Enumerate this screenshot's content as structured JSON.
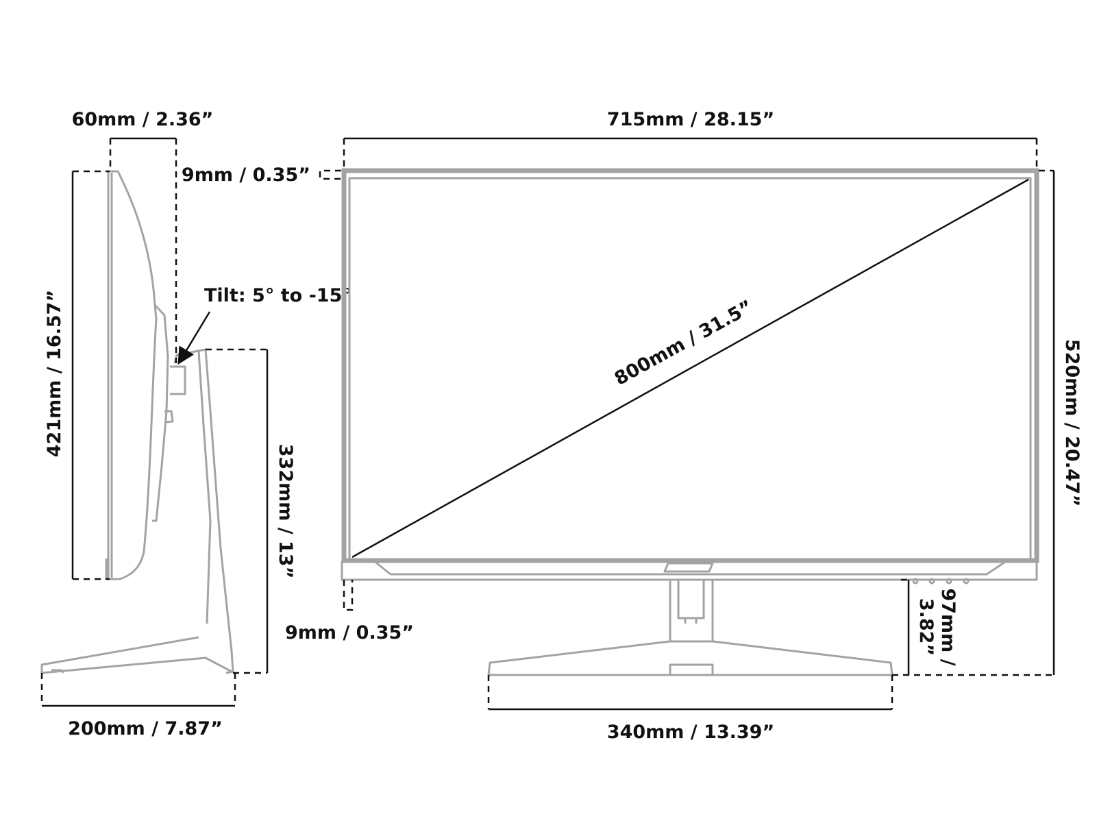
{
  "colors": {
    "outline": "#a3a3a3",
    "dimension": "#111111",
    "background": "#ffffff"
  },
  "side_view": {
    "depth_label": "60mm / 2.36”",
    "height_label": "421mm / 16.57”",
    "tilt_label": "Tilt: 5° to -15°",
    "stand_height_label": "332mm / 13”",
    "base_depth_label": "200mm / 7.87”"
  },
  "front_view": {
    "width_label": "715mm / 28.15”",
    "top_bezel_label": "9mm / 0.35”",
    "diagonal_label": "800mm / 31.5”",
    "total_height_label": "520mm / 20.47”",
    "side_bezel_label": "9mm / 0.35”",
    "clearance_label_line1": "97mm /",
    "clearance_label_line2": "3.82”",
    "base_width_label": "340mm / 13.39”"
  }
}
